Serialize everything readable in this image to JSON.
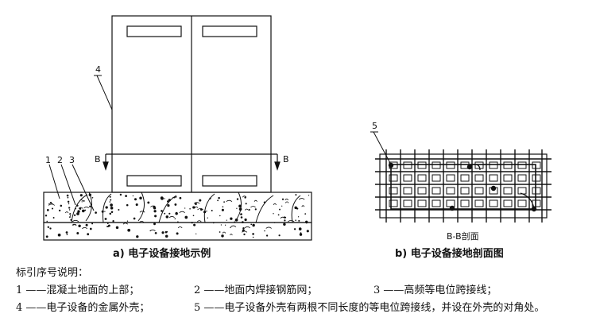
{
  "callouts": {
    "c1": "1",
    "c2": "2",
    "c3": "3",
    "c4": "4",
    "c5": "5"
  },
  "section_marks": {
    "left": "B",
    "right": "B"
  },
  "figure_a": {
    "caption": "a)  电子设备接地示例"
  },
  "figure_b": {
    "section_title": "B-B剖面",
    "caption": "b)  电子设备接地剖面图"
  },
  "legend": {
    "title": "标引序号说明：",
    "items": [
      "1 ——混凝土地面的上部；",
      "2 ——地面内焊接钢筋网；",
      "3 ——高频等电位跨接线；",
      "4 ——电子设备的金属外壳；",
      "5 ——电子设备外壳有两根不同长度的等电位跨接线，并设在外壳的对角处。"
    ]
  }
}
